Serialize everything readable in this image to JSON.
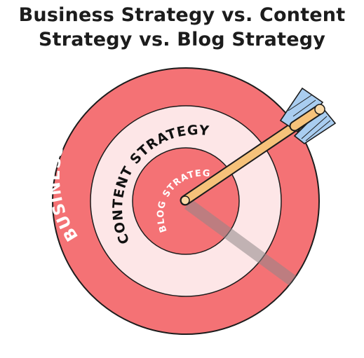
{
  "title": {
    "line1": "Business Strategy vs. Content",
    "line2": "Strategy vs. Blog Strategy"
  },
  "rings": {
    "outer": {
      "label": "BUSINESS STRATEGY",
      "fill": "#f47275"
    },
    "middle": {
      "label": "CONTENT STRATEGY",
      "fill": "#fde6e7"
    },
    "inner": {
      "label": "BLOG STRATEGY",
      "fill": "#f47275"
    }
  },
  "colors": {
    "outline": "#1c1c1c",
    "arrow_shaft": "#f6c27a",
    "arrow_fletching": "#a9cdf0",
    "shadow": "#9a8f90",
    "label_on_red": "#ffffff",
    "label_on_light": "#111111"
  }
}
